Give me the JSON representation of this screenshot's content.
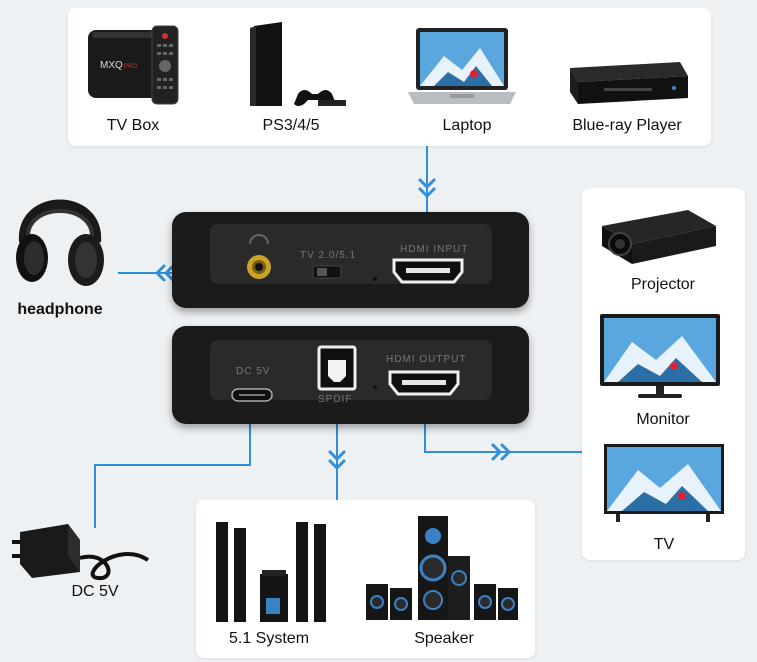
{
  "sources": {
    "tv_box": "TV Box",
    "ps": "PS3/4/5",
    "laptop": "Laptop",
    "bluray": "Blue-ray Player"
  },
  "outputs": {
    "projector": "Projector",
    "monitor": "Monitor",
    "tv": "TV"
  },
  "audio": {
    "headphone": "headphone",
    "system51": "5.1 System",
    "speaker": "Speaker"
  },
  "power": {
    "dc": "DC 5V"
  },
  "device_top": {
    "switch_label": "TV 2.0/5.1",
    "hdmi_label": "HDMI INPUT"
  },
  "device_bottom": {
    "usb_label": "DC 5V",
    "spdif_label": "SPDIF",
    "hdmi_label": "HDMI OUTPUT"
  },
  "colors": {
    "wire": "#2f8fd8",
    "device": "#1b1b1b",
    "screen": "#5aa7e0"
  }
}
